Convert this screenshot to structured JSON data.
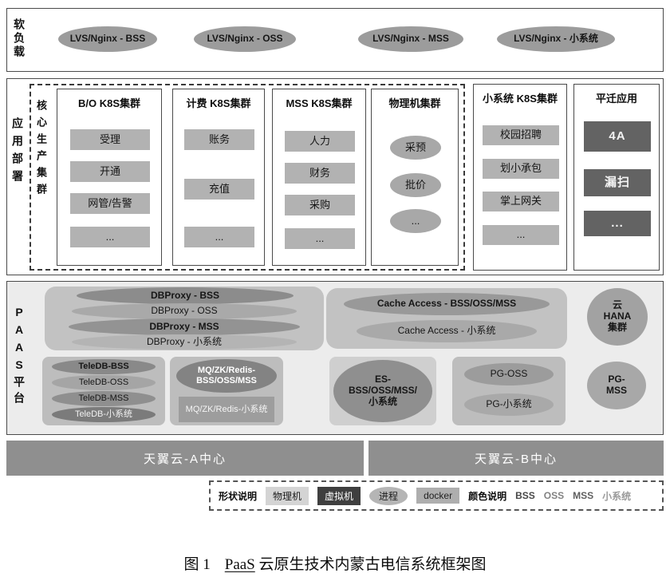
{
  "palette": {
    "node_gray": "#9c9c9c",
    "item_gray": "#b2b2b2",
    "dark_item": "#636363",
    "bar_gray": "#8f8f8f",
    "paas_section_bg": "#ececec",
    "group_gray": "#c2c2c2"
  },
  "soft": {
    "label": "软负载",
    "nodes": [
      "LVS/Nginx - BSS",
      "LVS/Nginx - OSS",
      "LVS/Nginx - MSS",
      "LVS/Nginx - 小系统"
    ]
  },
  "app": {
    "label": "应用部署",
    "core_label": "核心生产集群",
    "columns": [
      {
        "title": "B/O K8S集群",
        "items": [
          "受理",
          "开通",
          "网管/告警",
          "..."
        ]
      },
      {
        "title": "计费 K8S集群",
        "items": [
          "账务",
          "充值",
          "..."
        ]
      },
      {
        "title": "MSS K8S集群",
        "items": [
          "人力",
          "财务",
          "采购",
          "..."
        ]
      },
      {
        "title": "物理机集群",
        "items": [
          "采预",
          "批价",
          "..."
        ]
      },
      {
        "title": "小系统 K8S集群",
        "items": [
          "校园招聘",
          "划小承包",
          "掌上网关",
          "..."
        ]
      },
      {
        "title": "平迁应用",
        "items": [
          "4A",
          "漏扫",
          "..."
        ]
      }
    ]
  },
  "paas": {
    "label": "PAAS平台",
    "dbproxy": [
      "DBProxy - BSS",
      "DBProxy - OSS",
      "DBProxy - MSS",
      "DBProxy - 小系统"
    ],
    "cache": [
      "Cache Access - BSS/OSS/MSS",
      "Cache Access - 小系统"
    ],
    "hana": "云\nHANA\n集群",
    "teledb": [
      "TeleDB-BSS",
      "TeleDB-OSS",
      "TeleDB-MSS",
      "TeleDB-小系统"
    ],
    "mq": [
      "MQ/ZK/Redis-\nBSS/OSS/MSS",
      "MQ/ZK/Redis-小系统"
    ],
    "es": "ES-\nBSS/OSS/MSS/\n小系统",
    "pg": [
      "PG-OSS",
      "PG-小系统"
    ],
    "pg_mss": "PG-\nMSS"
  },
  "cloud": {
    "centers": [
      "天翼云-A中心",
      "天翼云-B中心"
    ]
  },
  "legend": {
    "shape_label": "形状说明",
    "shapes": [
      "物理机",
      "虚拟机",
      "进程",
      "docker"
    ],
    "color_label": "颜色说明",
    "colors": [
      "BSS",
      "OSS",
      "MSS",
      "小系统"
    ]
  },
  "caption": {
    "prefix": "图 1",
    "highlight": "PaaS",
    "rest": "云原生技术内蒙古电信系统框架图"
  }
}
